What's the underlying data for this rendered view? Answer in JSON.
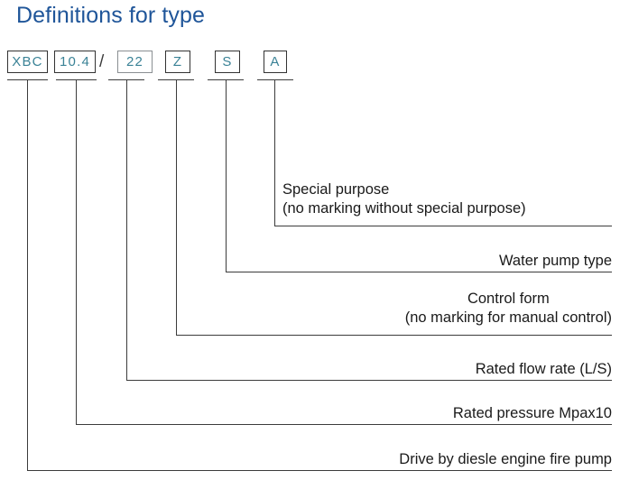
{
  "title": "Definitions for type",
  "type_code": {
    "segments": [
      {
        "id": "seg-xbc",
        "value": "XBC",
        "style": "hard"
      },
      {
        "id": "seg-104",
        "value": "10.4",
        "style": "hard"
      },
      {
        "id": "seg-sep",
        "value": "/",
        "style": "separator"
      },
      {
        "id": "seg-22",
        "value": "22",
        "style": "soft"
      },
      {
        "id": "seg-z",
        "value": "Z",
        "style": "hard"
      },
      {
        "id": "seg-s",
        "value": "S",
        "style": "hard"
      },
      {
        "id": "seg-a",
        "value": "A",
        "style": "hard"
      }
    ]
  },
  "callouts": [
    {
      "id": "callout-special-purpose",
      "source": "A",
      "line1": "Special purpose",
      "line2": "(no marking without special purpose)"
    },
    {
      "id": "callout-water-pump-type",
      "source": "S",
      "line1": "Water pump type",
      "line2": ""
    },
    {
      "id": "callout-control-form",
      "source": "Z",
      "line1": "Control form",
      "line2": "(no marking for manual control)"
    },
    {
      "id": "callout-rated-flow-rate",
      "source": "22",
      "line1": "Rated flow rate (L/S)",
      "line2": ""
    },
    {
      "id": "callout-rated-pressure",
      "source": "10.4",
      "line1": "Rated pressure Mpax10",
      "line2": ""
    },
    {
      "id": "callout-drive-type",
      "source": "XBC",
      "line1": "Drive by diesle engine fire pump",
      "line2": ""
    }
  ],
  "colors": {
    "title": "#1f5599",
    "code_text": "#3a8296",
    "rule": "#3c3c3c",
    "label_text": "#1a1a1a"
  }
}
